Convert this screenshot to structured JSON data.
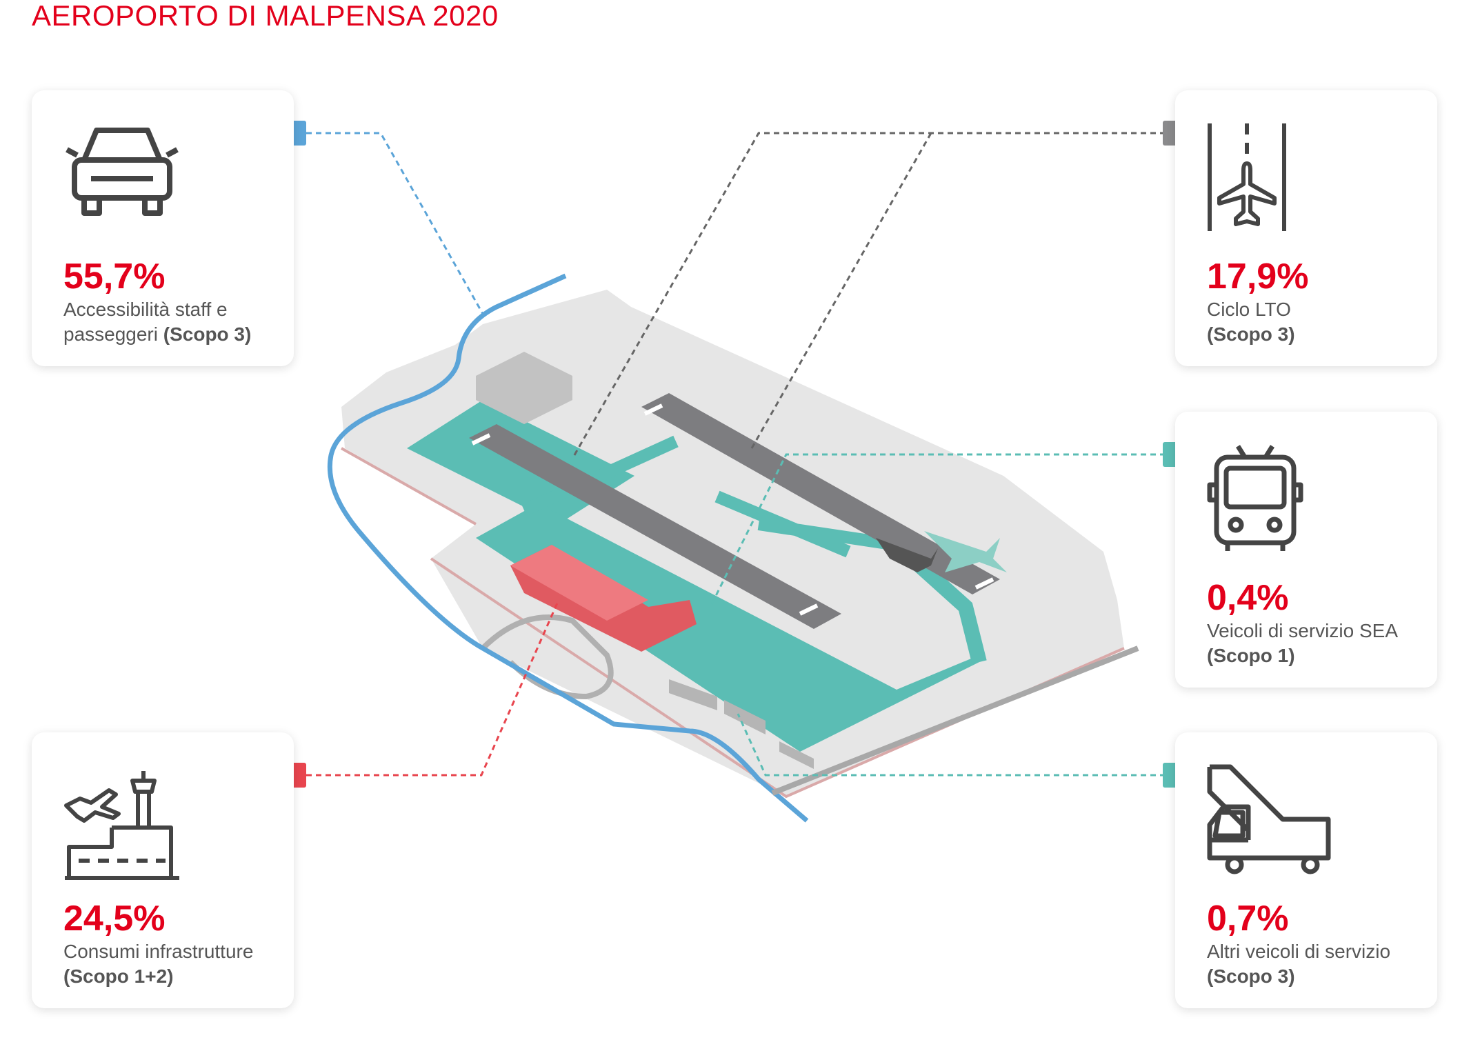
{
  "title": "AEROPORTO DI MALPENSA 2020",
  "colors": {
    "accent_red": "#e3001b",
    "blue": "#5ba4d8",
    "gray": "#8a8a8c",
    "teal": "#5bbdb4",
    "red_marker": "#e8454e"
  },
  "cards": {
    "access": {
      "value": "55,7%",
      "line1": "Accessibilità staff e",
      "line2a": "passeggeri ",
      "line2b": "(Scopo 3)",
      "icon": "car-icon"
    },
    "lto": {
      "value": "17,9%",
      "line1": "Ciclo LTO",
      "line2b": "(Scopo 3)",
      "icon": "runway-plane-icon"
    },
    "sea": {
      "value": "0,4%",
      "line1": "Veicoli di servizio SEA",
      "line2b": "(Scopo 1)",
      "icon": "bus-icon"
    },
    "infra": {
      "value": "24,5%",
      "line1": "Consumi infrastrutture",
      "line2b": "(Scopo 1+2)",
      "icon": "airport-tower-icon"
    },
    "other": {
      "value": "0,7%",
      "line1": "Altri veicoli di servizio",
      "line2b": "(Scopo 3)",
      "icon": "stairs-truck-icon"
    }
  }
}
